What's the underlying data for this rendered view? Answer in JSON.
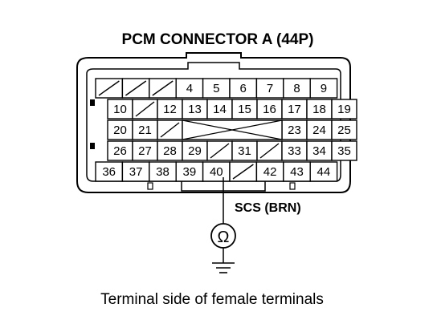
{
  "title": "PCM CONNECTOR A (44P)",
  "probe_label": "SCS (BRN)",
  "meter_symbol": "Ω",
  "caption": "Terminal side of female terminals",
  "rows": [
    [
      "/",
      "/",
      "/",
      "4",
      "5",
      "6",
      "7",
      "8",
      "9"
    ],
    [
      "10",
      "/",
      "12",
      "13",
      "14",
      "15",
      "16",
      "17",
      "18",
      "19"
    ],
    [
      "20",
      "21",
      "/",
      "",
      "",
      "",
      "",
      "23",
      "24",
      "25"
    ],
    [
      "26",
      "27",
      "28",
      "29",
      "/",
      "31",
      "/",
      "33",
      "34",
      "35"
    ],
    [
      "36",
      "37",
      "38",
      "39",
      "40",
      "/",
      "42",
      "43",
      "44"
    ]
  ]
}
